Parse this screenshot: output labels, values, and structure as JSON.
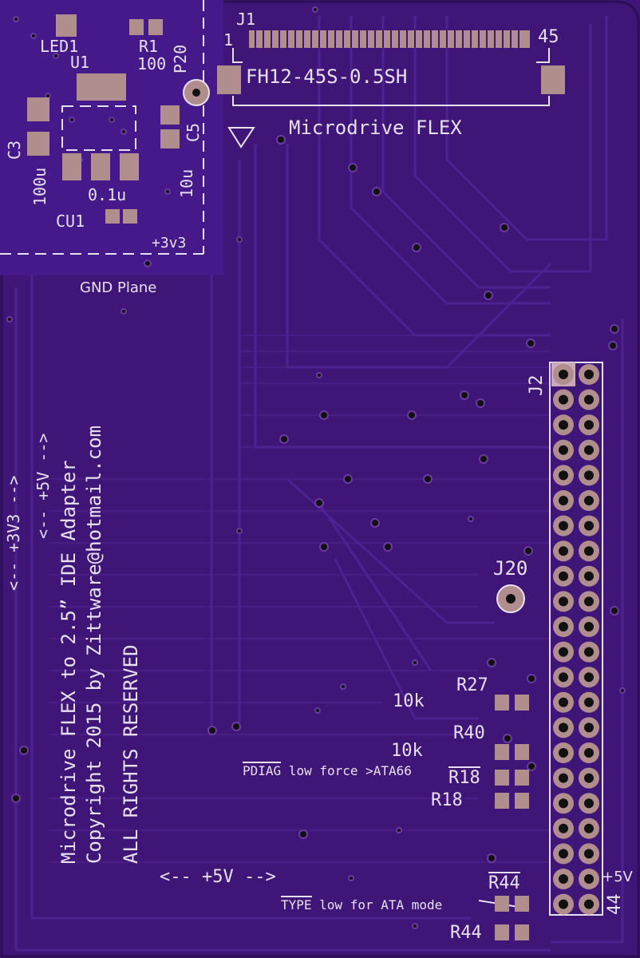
{
  "colors": {
    "board": "#3f1678",
    "trace": "#4c1f8a",
    "silkscreen": "#e8e0f0",
    "pad": "#b08e8e",
    "via": "#111111"
  },
  "connector_j1": {
    "ref": "J1",
    "pin_first": "1",
    "pin_last": "45",
    "part": "FH12-45S-0.5SH",
    "label": "Microdrive FLEX"
  },
  "power_section": {
    "led": "LED1",
    "u1": "U1",
    "r1": "R1",
    "r1_value": "100",
    "p20": "P20",
    "c3": "C3",
    "c3_value": "100u",
    "c5": "C5",
    "c5_value": "10u",
    "cu1": "CU1",
    "cu1_value": "0.1u",
    "rail": "+3v3",
    "gnd_label": "GND Plane"
  },
  "rails": {
    "v33": "<-- +3V3 -->",
    "v5_vertical": "<-- +5V -->",
    "v5_horizontal": "<-- +5V -->"
  },
  "credits": {
    "line1": "Microdrive FLEX to 2.5” IDE Adapter",
    "line2": "Copyright 2015 by Zittware@hotmail.com",
    "line3": "ALL RIGHTS RESERVED"
  },
  "connector_j2": {
    "ref": "J2",
    "pin_last": "44",
    "rail_label": "+5V"
  },
  "j20": {
    "ref": "J20"
  },
  "resistors": {
    "r27": "R27",
    "r27_value": "10k",
    "r40": "R40",
    "r40_value": "10k",
    "r18_bar": "R18",
    "r18": "R18",
    "r44_bar": "R44",
    "r44": "R44"
  },
  "notes": {
    "pdiag_signal": "PDIAG",
    "pdiag_text": " low force >ATA66",
    "type_signal": "TYPE",
    "type_text": " low for ATA mode"
  }
}
